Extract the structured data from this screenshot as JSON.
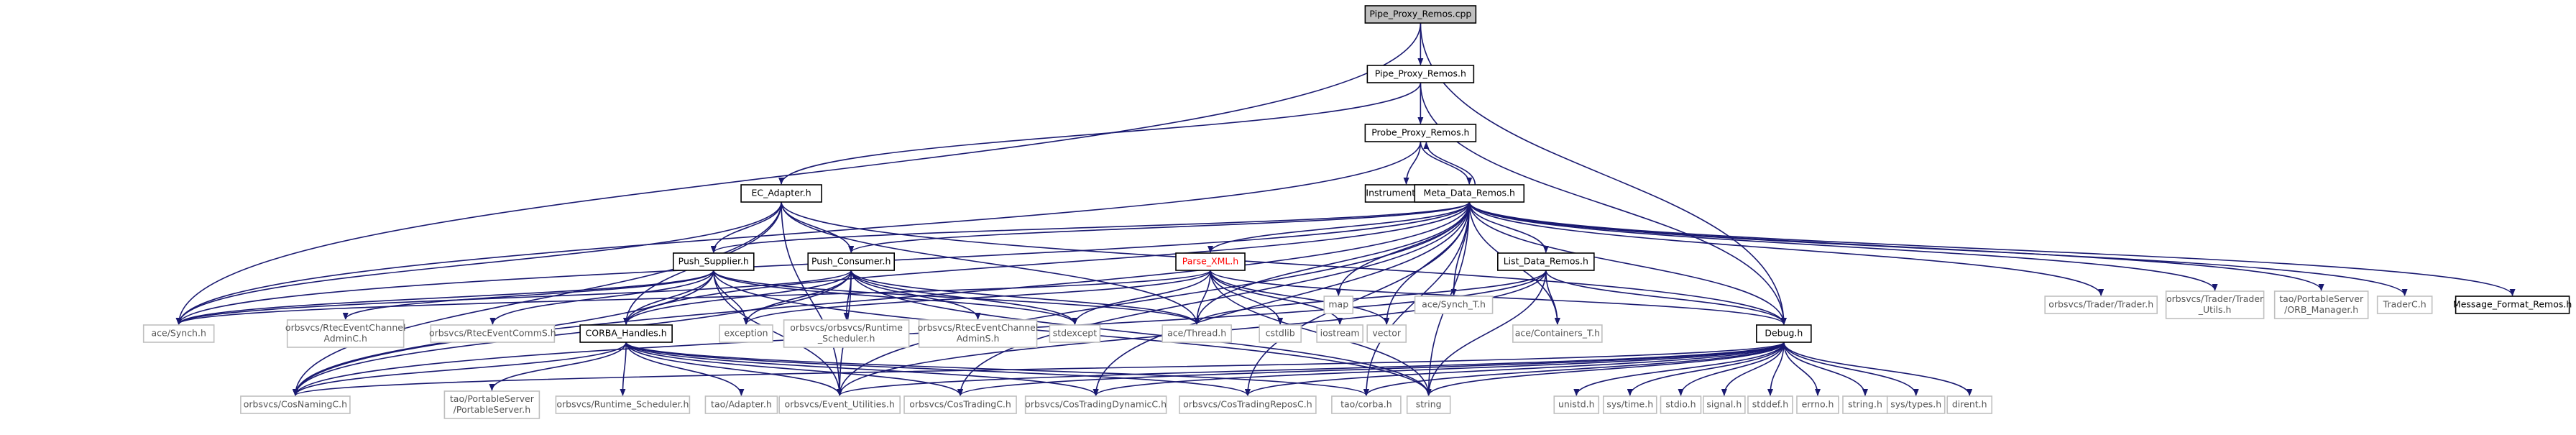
{
  "diagram": {
    "type": "include-dependency-graph",
    "root": "pipe_proxy_remos_cpp",
    "colors": {
      "edge": "#191970",
      "root_fill": "#bfbfbf",
      "documented_border": "#000000",
      "undocumented_border": "#bfbfbf",
      "undocumented_text": "#555555",
      "highlight_text": "#ff0000"
    },
    "nodes": [
      {
        "id": "pipe_proxy_remos_cpp",
        "label": [
          "Pipe_Proxy_Remos.cpp"
        ],
        "style": "root"
      },
      {
        "id": "pipe_proxy_remos_h",
        "label": [
          "Pipe_Proxy_Remos.h"
        ],
        "style": "documented"
      },
      {
        "id": "probe_proxy_remos_h",
        "label": [
          "Probe_Proxy_Remos.h"
        ],
        "style": "documented"
      },
      {
        "id": "ec_adapter_h",
        "label": [
          "EC_Adapter.h"
        ],
        "style": "documented"
      },
      {
        "id": "instrumentation_h",
        "label": [
          "Instrumentation.h"
        ],
        "style": "documented"
      },
      {
        "id": "meta_data_remos_h",
        "label": [
          "Meta_Data_Remos.h"
        ],
        "style": "documented"
      },
      {
        "id": "push_supplier_h",
        "label": [
          "Push_Supplier.h"
        ],
        "style": "documented"
      },
      {
        "id": "push_consumer_h",
        "label": [
          "Push_Consumer.h"
        ],
        "style": "documented"
      },
      {
        "id": "parse_xml_h",
        "label": [
          "Parse_XML.h"
        ],
        "style": "highlight"
      },
      {
        "id": "map",
        "label": [
          "map"
        ],
        "style": "undocumented"
      },
      {
        "id": "ace_synch_t_h",
        "label": [
          "ace/Synch_T.h"
        ],
        "style": "undocumented"
      },
      {
        "id": "list_data_remos_h",
        "label": [
          "List_Data_Remos.h"
        ],
        "style": "documented"
      },
      {
        "id": "trader_h",
        "label": [
          "orbsvcs/Trader/Trader.h"
        ],
        "style": "undocumented"
      },
      {
        "id": "trader_utils_h",
        "label": [
          "orbsvcs/Trader/Trader",
          "_Utils.h"
        ],
        "style": "undocumented"
      },
      {
        "id": "orb_manager_h",
        "label": [
          "tao/PortableServer",
          "/ORB_Manager.h"
        ],
        "style": "undocumented"
      },
      {
        "id": "traderc_h",
        "label": [
          "TraderC.h"
        ],
        "style": "undocumented"
      },
      {
        "id": "message_format_remos_h",
        "label": [
          "Message_Format_Remos.h"
        ],
        "style": "documented"
      },
      {
        "id": "ace_synch_h",
        "label": [
          "ace/Synch.h"
        ],
        "style": "undocumented"
      },
      {
        "id": "rtec_adminc_h",
        "label": [
          "orbsvcs/RtecEventChannel",
          "AdminC.h"
        ],
        "style": "undocumented"
      },
      {
        "id": "rtec_comms_h",
        "label": [
          "orbsvcs/RtecEventCommS.h"
        ],
        "style": "undocumented"
      },
      {
        "id": "corba_handles_h",
        "label": [
          "CORBA_Handles.h"
        ],
        "style": "documented"
      },
      {
        "id": "exception",
        "label": [
          "exception"
        ],
        "style": "undocumented"
      },
      {
        "id": "runtime_scheduler_top",
        "label": [
          "orbsvcs/orbsvcs/Runtime",
          "_Scheduler.h"
        ],
        "style": "undocumented"
      },
      {
        "id": "rtec_admins_h",
        "label": [
          "orbsvcs/RtecEventChannel",
          "AdminS.h"
        ],
        "style": "undocumented"
      },
      {
        "id": "stdexcept",
        "label": [
          "stdexcept"
        ],
        "style": "undocumented"
      },
      {
        "id": "ace_thread_h",
        "label": [
          "ace/Thread.h"
        ],
        "style": "undocumented"
      },
      {
        "id": "cstdlib",
        "label": [
          "cstdlib"
        ],
        "style": "undocumented"
      },
      {
        "id": "iostream",
        "label": [
          "iostream"
        ],
        "style": "undocumented"
      },
      {
        "id": "vector",
        "label": [
          "vector"
        ],
        "style": "undocumented"
      },
      {
        "id": "ace_containers_t_h",
        "label": [
          "ace/Containers_T.h"
        ],
        "style": "undocumented"
      },
      {
        "id": "debug_h",
        "label": [
          "Debug.h"
        ],
        "style": "documented"
      },
      {
        "id": "cosnamingc_h",
        "label": [
          "orbsvcs/CosNamingC.h"
        ],
        "style": "undocumented"
      },
      {
        "id": "portableserver_h",
        "label": [
          "tao/PortableServer",
          "/PortableServer.h"
        ],
        "style": "undocumented"
      },
      {
        "id": "runtime_scheduler_h",
        "label": [
          "orbsvcs/Runtime_Scheduler.h"
        ],
        "style": "undocumented"
      },
      {
        "id": "tao_adapter_h",
        "label": [
          "tao/Adapter.h"
        ],
        "style": "undocumented"
      },
      {
        "id": "event_utilities_h",
        "label": [
          "orbsvcs/Event_Utilities.h"
        ],
        "style": "undocumented"
      },
      {
        "id": "costradingc_h",
        "label": [
          "orbsvcs/CosTradingC.h"
        ],
        "style": "undocumented"
      },
      {
        "id": "costradingdynamicc_h",
        "label": [
          "orbsvcs/CosTradingDynamicC.h"
        ],
        "style": "undocumented"
      },
      {
        "id": "costradingreposc_h",
        "label": [
          "orbsvcs/CosTradingReposC.h"
        ],
        "style": "undocumented"
      },
      {
        "id": "tao_corba_h",
        "label": [
          "tao/corba.h"
        ],
        "style": "undocumented"
      },
      {
        "id": "string",
        "label": [
          "string"
        ],
        "style": "undocumented"
      },
      {
        "id": "unistd_h",
        "label": [
          "unistd.h"
        ],
        "style": "undocumented"
      },
      {
        "id": "sys_time_h",
        "label": [
          "sys/time.h"
        ],
        "style": "undocumented"
      },
      {
        "id": "stdio_h",
        "label": [
          "stdio.h"
        ],
        "style": "undocumented"
      },
      {
        "id": "signal_h",
        "label": [
          "signal.h"
        ],
        "style": "undocumented"
      },
      {
        "id": "stddef_h",
        "label": [
          "stddef.h"
        ],
        "style": "undocumented"
      },
      {
        "id": "errno_h",
        "label": [
          "errno.h"
        ],
        "style": "undocumented"
      },
      {
        "id": "string_h",
        "label": [
          "string.h"
        ],
        "style": "undocumented"
      },
      {
        "id": "sys_types_h",
        "label": [
          "sys/types.h"
        ],
        "style": "undocumented"
      },
      {
        "id": "dirent_h",
        "label": [
          "dirent.h"
        ],
        "style": "undocumented"
      }
    ],
    "edges": [
      [
        "pipe_proxy_remos_cpp",
        "pipe_proxy_remos_h"
      ],
      [
        "pipe_proxy_remos_cpp",
        "ace_synch_h"
      ],
      [
        "pipe_proxy_remos_cpp",
        "debug_h"
      ],
      [
        "pipe_proxy_remos_h",
        "probe_proxy_remos_h"
      ],
      [
        "pipe_proxy_remos_h",
        "ec_adapter_h"
      ],
      [
        "pipe_proxy_remos_h",
        "debug_h"
      ],
      [
        "probe_proxy_remos_h",
        "instrumentation_h"
      ],
      [
        "probe_proxy_remos_h",
        "meta_data_remos_h"
      ],
      [
        "probe_proxy_remos_h",
        "ace_synch_h"
      ],
      [
        "meta_data_remos_h",
        "probe_proxy_remos_h"
      ],
      [
        "ec_adapter_h",
        "push_supplier_h"
      ],
      [
        "ec_adapter_h",
        "push_consumer_h"
      ],
      [
        "ec_adapter_h",
        "corba_handles_h"
      ],
      [
        "ec_adapter_h",
        "ace_synch_h"
      ],
      [
        "ec_adapter_h",
        "ace_thread_h"
      ],
      [
        "ec_adapter_h",
        "debug_h"
      ],
      [
        "ec_adapter_h",
        "cosnamingc_h"
      ],
      [
        "ec_adapter_h",
        "event_utilities_h"
      ],
      [
        "meta_data_remos_h",
        "push_supplier_h"
      ],
      [
        "meta_data_remos_h",
        "push_consumer_h"
      ],
      [
        "meta_data_remos_h",
        "parse_xml_h"
      ],
      [
        "meta_data_remos_h",
        "map"
      ],
      [
        "meta_data_remos_h",
        "ace_synch_t_h"
      ],
      [
        "meta_data_remos_h",
        "list_data_remos_h"
      ],
      [
        "meta_data_remos_h",
        "trader_h"
      ],
      [
        "meta_data_remos_h",
        "trader_utils_h"
      ],
      [
        "meta_data_remos_h",
        "orb_manager_h"
      ],
      [
        "meta_data_remos_h",
        "traderc_h"
      ],
      [
        "meta_data_remos_h",
        "message_format_remos_h"
      ],
      [
        "meta_data_remos_h",
        "debug_h"
      ],
      [
        "meta_data_remos_h",
        "ace_synch_h"
      ],
      [
        "meta_data_remos_h",
        "corba_handles_h"
      ],
      [
        "meta_data_remos_h",
        "ace_thread_h"
      ],
      [
        "meta_data_remos_h",
        "vector"
      ],
      [
        "meta_data_remos_h",
        "ace_containers_t_h"
      ],
      [
        "meta_data_remos_h",
        "string"
      ],
      [
        "meta_data_remos_h",
        "cosnamingc_h"
      ],
      [
        "meta_data_remos_h",
        "costradingc_h"
      ],
      [
        "meta_data_remos_h",
        "costradingdynamicc_h"
      ],
      [
        "meta_data_remos_h",
        "costradingreposc_h"
      ],
      [
        "meta_data_remos_h",
        "tao_corba_h"
      ],
      [
        "meta_data_remos_h",
        "event_utilities_h"
      ],
      [
        "push_supplier_h",
        "ace_synch_h"
      ],
      [
        "push_supplier_h",
        "rtec_adminc_h"
      ],
      [
        "push_supplier_h",
        "rtec_comms_h"
      ],
      [
        "push_supplier_h",
        "corba_handles_h"
      ],
      [
        "push_supplier_h",
        "exception"
      ],
      [
        "push_supplier_h",
        "stdexcept"
      ],
      [
        "push_supplier_h",
        "ace_thread_h"
      ],
      [
        "push_supplier_h",
        "event_utilities_h"
      ],
      [
        "push_supplier_h",
        "cosnamingc_h"
      ],
      [
        "push_supplier_h",
        "string"
      ],
      [
        "push_consumer_h",
        "ace_synch_h"
      ],
      [
        "push_consumer_h",
        "corba_handles_h"
      ],
      [
        "push_consumer_h",
        "exception"
      ],
      [
        "push_consumer_h",
        "runtime_scheduler_top"
      ],
      [
        "push_consumer_h",
        "rtec_admins_h"
      ],
      [
        "push_consumer_h",
        "stdexcept"
      ],
      [
        "push_consumer_h",
        "ace_thread_h"
      ],
      [
        "push_consumer_h",
        "event_utilities_h"
      ],
      [
        "push_consumer_h",
        "cosnamingc_h"
      ],
      [
        "push_consumer_h",
        "string"
      ],
      [
        "parse_xml_h",
        "ace_synch_h"
      ],
      [
        "parse_xml_h",
        "exception"
      ],
      [
        "parse_xml_h",
        "stdexcept"
      ],
      [
        "parse_xml_h",
        "ace_thread_h"
      ],
      [
        "parse_xml_h",
        "cstdlib"
      ],
      [
        "parse_xml_h",
        "iostream"
      ],
      [
        "parse_xml_h",
        "vector"
      ],
      [
        "parse_xml_h",
        "debug_h"
      ],
      [
        "parse_xml_h",
        "string"
      ],
      [
        "list_data_remos_h",
        "ace_thread_h"
      ],
      [
        "list_data_remos_h",
        "ace_containers_t_h"
      ],
      [
        "list_data_remos_h",
        "debug_h"
      ],
      [
        "list_data_remos_h",
        "string"
      ],
      [
        "list_data_remos_h",
        "cosnamingc_h"
      ],
      [
        "list_data_remos_h",
        "event_utilities_h"
      ],
      [
        "corba_handles_h",
        "cosnamingc_h"
      ],
      [
        "corba_handles_h",
        "portableserver_h"
      ],
      [
        "corba_handles_h",
        "runtime_scheduler_h"
      ],
      [
        "corba_handles_h",
        "tao_adapter_h"
      ],
      [
        "corba_handles_h",
        "event_utilities_h"
      ],
      [
        "corba_handles_h",
        "costradingc_h"
      ],
      [
        "corba_handles_h",
        "costradingdynamicc_h"
      ],
      [
        "corba_handles_h",
        "costradingreposc_h"
      ],
      [
        "corba_handles_h",
        "tao_corba_h"
      ],
      [
        "debug_h",
        "cosnamingc_h"
      ],
      [
        "debug_h",
        "event_utilities_h"
      ],
      [
        "debug_h",
        "costradingc_h"
      ],
      [
        "debug_h",
        "costradingdynamicc_h"
      ],
      [
        "debug_h",
        "costradingreposc_h"
      ],
      [
        "debug_h",
        "tao_corba_h"
      ],
      [
        "debug_h",
        "string"
      ],
      [
        "debug_h",
        "unistd_h"
      ],
      [
        "debug_h",
        "sys_time_h"
      ],
      [
        "debug_h",
        "stdio_h"
      ],
      [
        "debug_h",
        "signal_h"
      ],
      [
        "debug_h",
        "stddef_h"
      ],
      [
        "debug_h",
        "errno_h"
      ],
      [
        "debug_h",
        "string_h"
      ],
      [
        "debug_h",
        "sys_types_h"
      ],
      [
        "debug_h",
        "dirent_h"
      ]
    ]
  }
}
